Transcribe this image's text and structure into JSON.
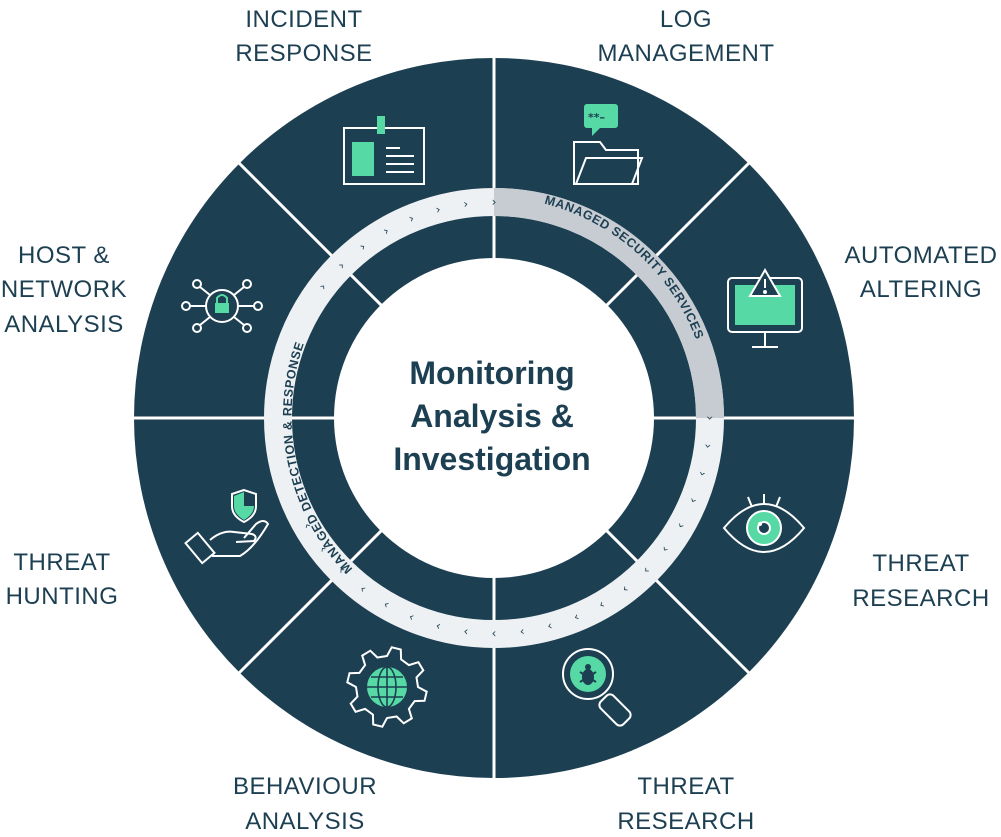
{
  "colors": {
    "navy": "#1c3f52",
    "accent": "#56d9a4",
    "ring_light": "#eef1f3",
    "ring_highlight": "#c6ccd1",
    "white": "#ffffff"
  },
  "center": {
    "title_line1": "Monitoring",
    "title_line2": "Analysis &",
    "title_line3": "Investigation"
  },
  "ring": {
    "arc_left": "MANAGED DETECTION & RESPONSE",
    "arc_right": "MANAGED SECURITY SERVICES"
  },
  "segments": [
    {
      "line1": "INCIDENT",
      "line2": "RESPONSE",
      "line3": "",
      "icon": "id-badge-icon"
    },
    {
      "line1": "LOG",
      "line2": "MANAGEMENT",
      "line3": "",
      "icon": "folder-icon"
    },
    {
      "line1": "AUTOMATED",
      "line2": "ALTERING",
      "line3": "",
      "icon": "monitor-alert-icon"
    },
    {
      "line1": "THREAT",
      "line2": "RESEARCH",
      "line3": "",
      "icon": "eye-icon"
    },
    {
      "line1": "THREAT",
      "line2": "RESEARCH",
      "line3": "",
      "icon": "bug-magnifier-icon"
    },
    {
      "line1": "BEHAVIOUR",
      "line2": "ANALYSIS",
      "line3": "",
      "icon": "gear-globe-icon"
    },
    {
      "line1": "THREAT",
      "line2": "HUNTING",
      "line3": "",
      "icon": "hand-shield-icon"
    },
    {
      "line1": "HOST &",
      "line2": "NETWORK",
      "line3": "ANALYSIS",
      "icon": "network-lock-icon"
    }
  ]
}
